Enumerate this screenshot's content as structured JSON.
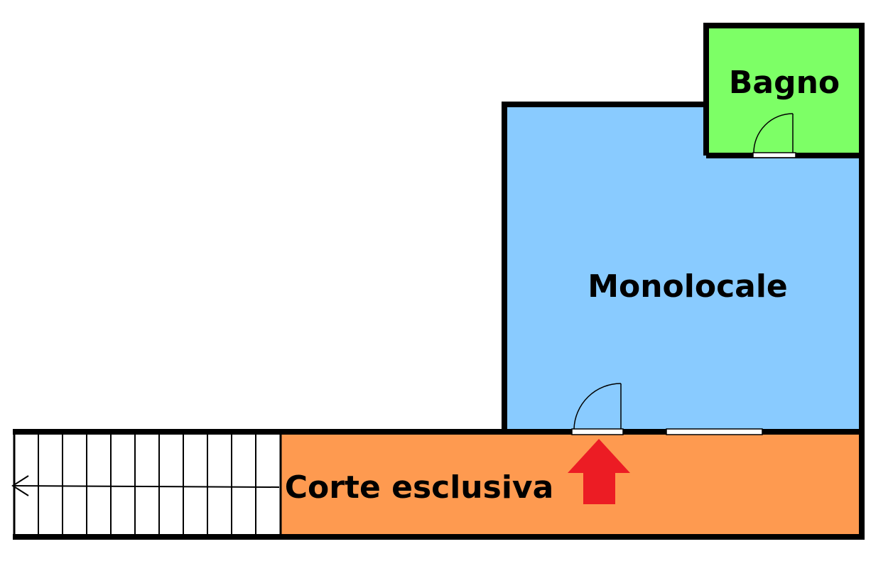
{
  "rooms": {
    "bagno": {
      "label": "Bagno",
      "color": "#7dff66"
    },
    "monolocale": {
      "label": "Monolocale",
      "color": "#89cbff"
    },
    "corte": {
      "label": "Corte esclusiva",
      "color": "#fe9a50"
    }
  },
  "colors": {
    "wall": "#000000",
    "stairs": "#ffffff",
    "entrance_arrow": "#ec1c24",
    "door_swing": "#000000"
  },
  "icons": {
    "entrance": "entrance-arrow-icon",
    "stairs_direction": "stairs-direction-arrow-icon"
  }
}
